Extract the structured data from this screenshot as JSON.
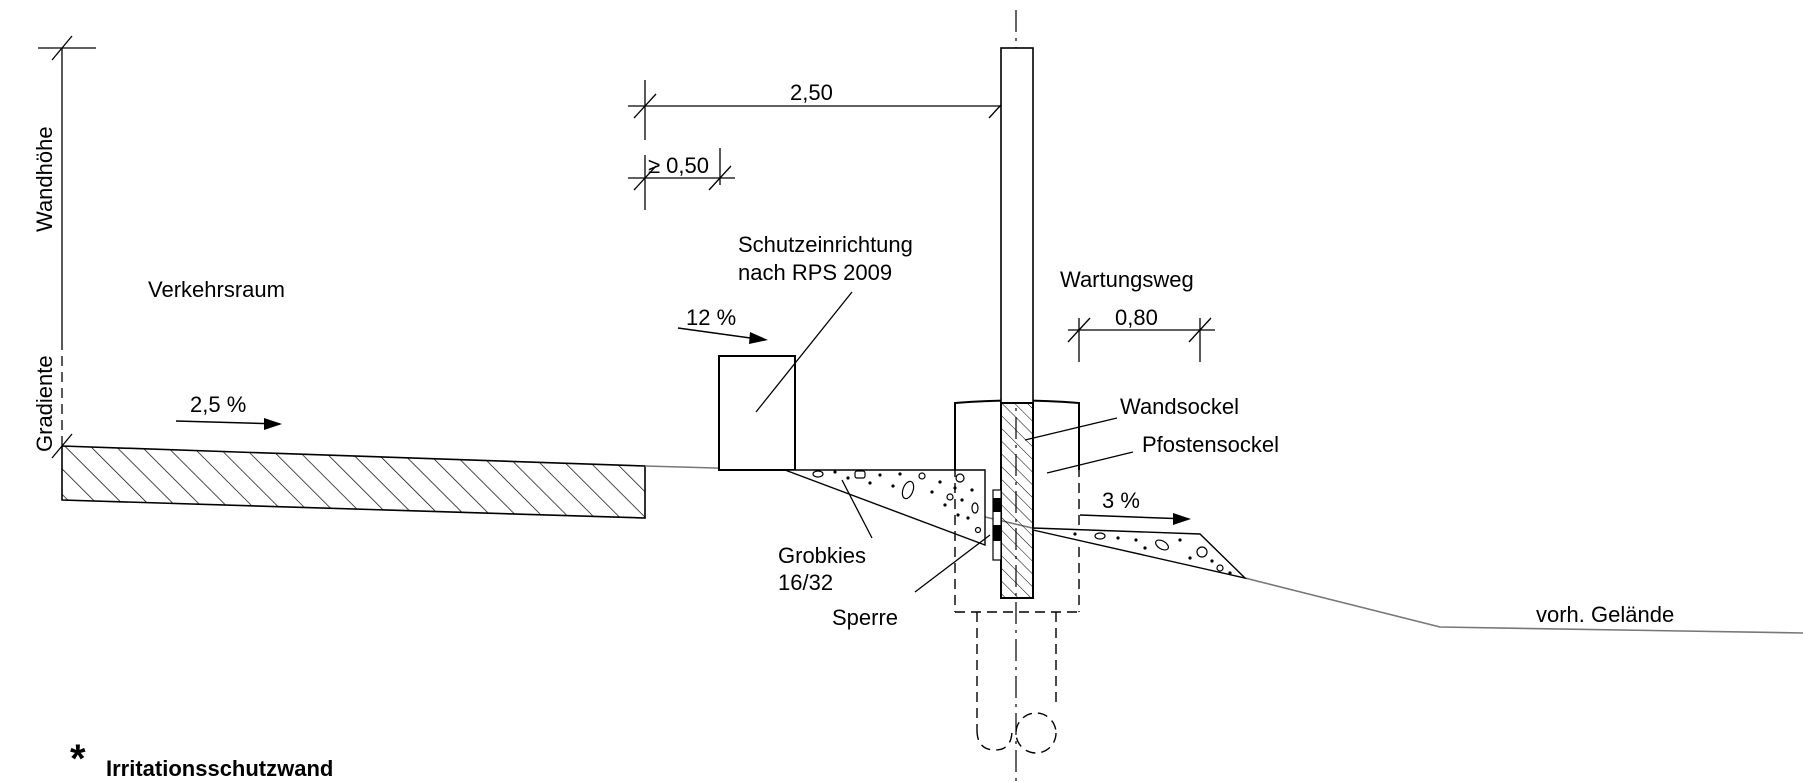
{
  "labels": {
    "wall_height": "Wandhöhe",
    "gradient": "Gradiente",
    "traffic_area": "Verkehrsraum",
    "slope_left": "2,5 %",
    "dim_total": "2,50",
    "dim_min": "≥ 0,50",
    "barrier_line1": "Schutzeinrichtung",
    "barrier_line2": "nach RPS 2009",
    "slope_barrier": "12 %",
    "maintenance_path": "Wartungsweg",
    "dim_path": "0,80",
    "wall_base": "Wandsockel",
    "post_base": "Pfostensockel",
    "slope_right": "3 %",
    "gravel_line1": "Grobkies",
    "gravel_line2": "16/32",
    "seal": "Sperre",
    "terrain": "vorh. Gelände"
  },
  "footnote": {
    "marker": "*",
    "text": "Irritationsschutzwand"
  }
}
